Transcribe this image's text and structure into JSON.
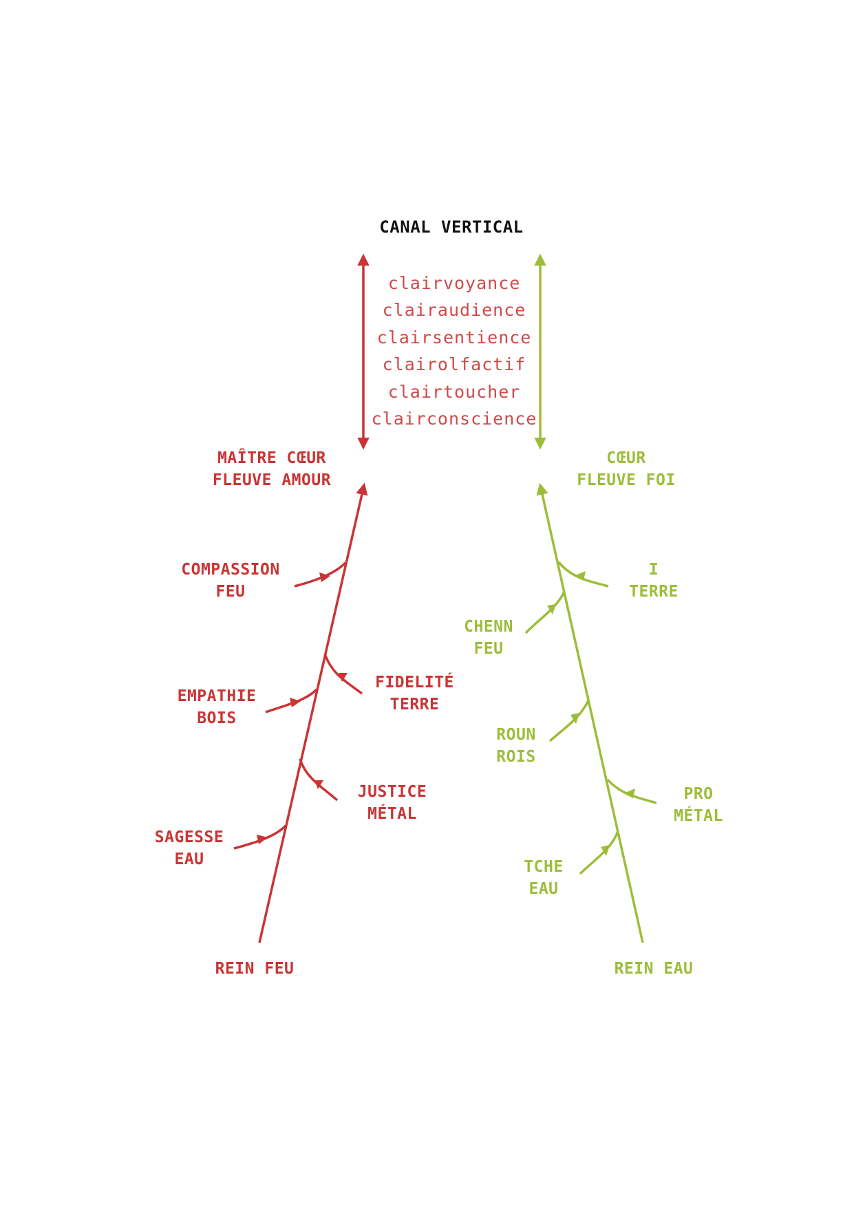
{
  "title": "CANAL VERTICAL",
  "clair_items": [
    "clairvoyance",
    "clairaudience",
    "clairsentience",
    "clairolfactif",
    "clairtoucher",
    "clairconscience"
  ],
  "colors": {
    "red": "#c93535",
    "green": "#9dbd3a",
    "title": "#111111"
  },
  "left": {
    "top": [
      "MAÎTRE CŒUR",
      "FLEUVE AMOUR"
    ],
    "bottom": "REIN FEU",
    "branches": [
      {
        "lines": [
          "COMPASSION",
          "FEU"
        ]
      },
      {
        "lines": [
          "FIDELITÉ",
          "TERRE"
        ]
      },
      {
        "lines": [
          "EMPATHIE",
          "BOIS"
        ]
      },
      {
        "lines": [
          "JUSTICE",
          "MÉTAL"
        ]
      },
      {
        "lines": [
          "SAGESSE",
          "EAU"
        ]
      }
    ]
  },
  "right": {
    "top": [
      "CŒUR",
      "FLEUVE FOI"
    ],
    "bottom": "REIN EAU",
    "branches": [
      {
        "lines": [
          "I",
          "TERRE"
        ]
      },
      {
        "lines": [
          "CHENN",
          "FEU"
        ]
      },
      {
        "lines": [
          "ROUN",
          "ROIS"
        ]
      },
      {
        "lines": [
          "PRO",
          "MÉTAL"
        ]
      },
      {
        "lines": [
          "TCHE",
          "EAU"
        ]
      }
    ]
  }
}
